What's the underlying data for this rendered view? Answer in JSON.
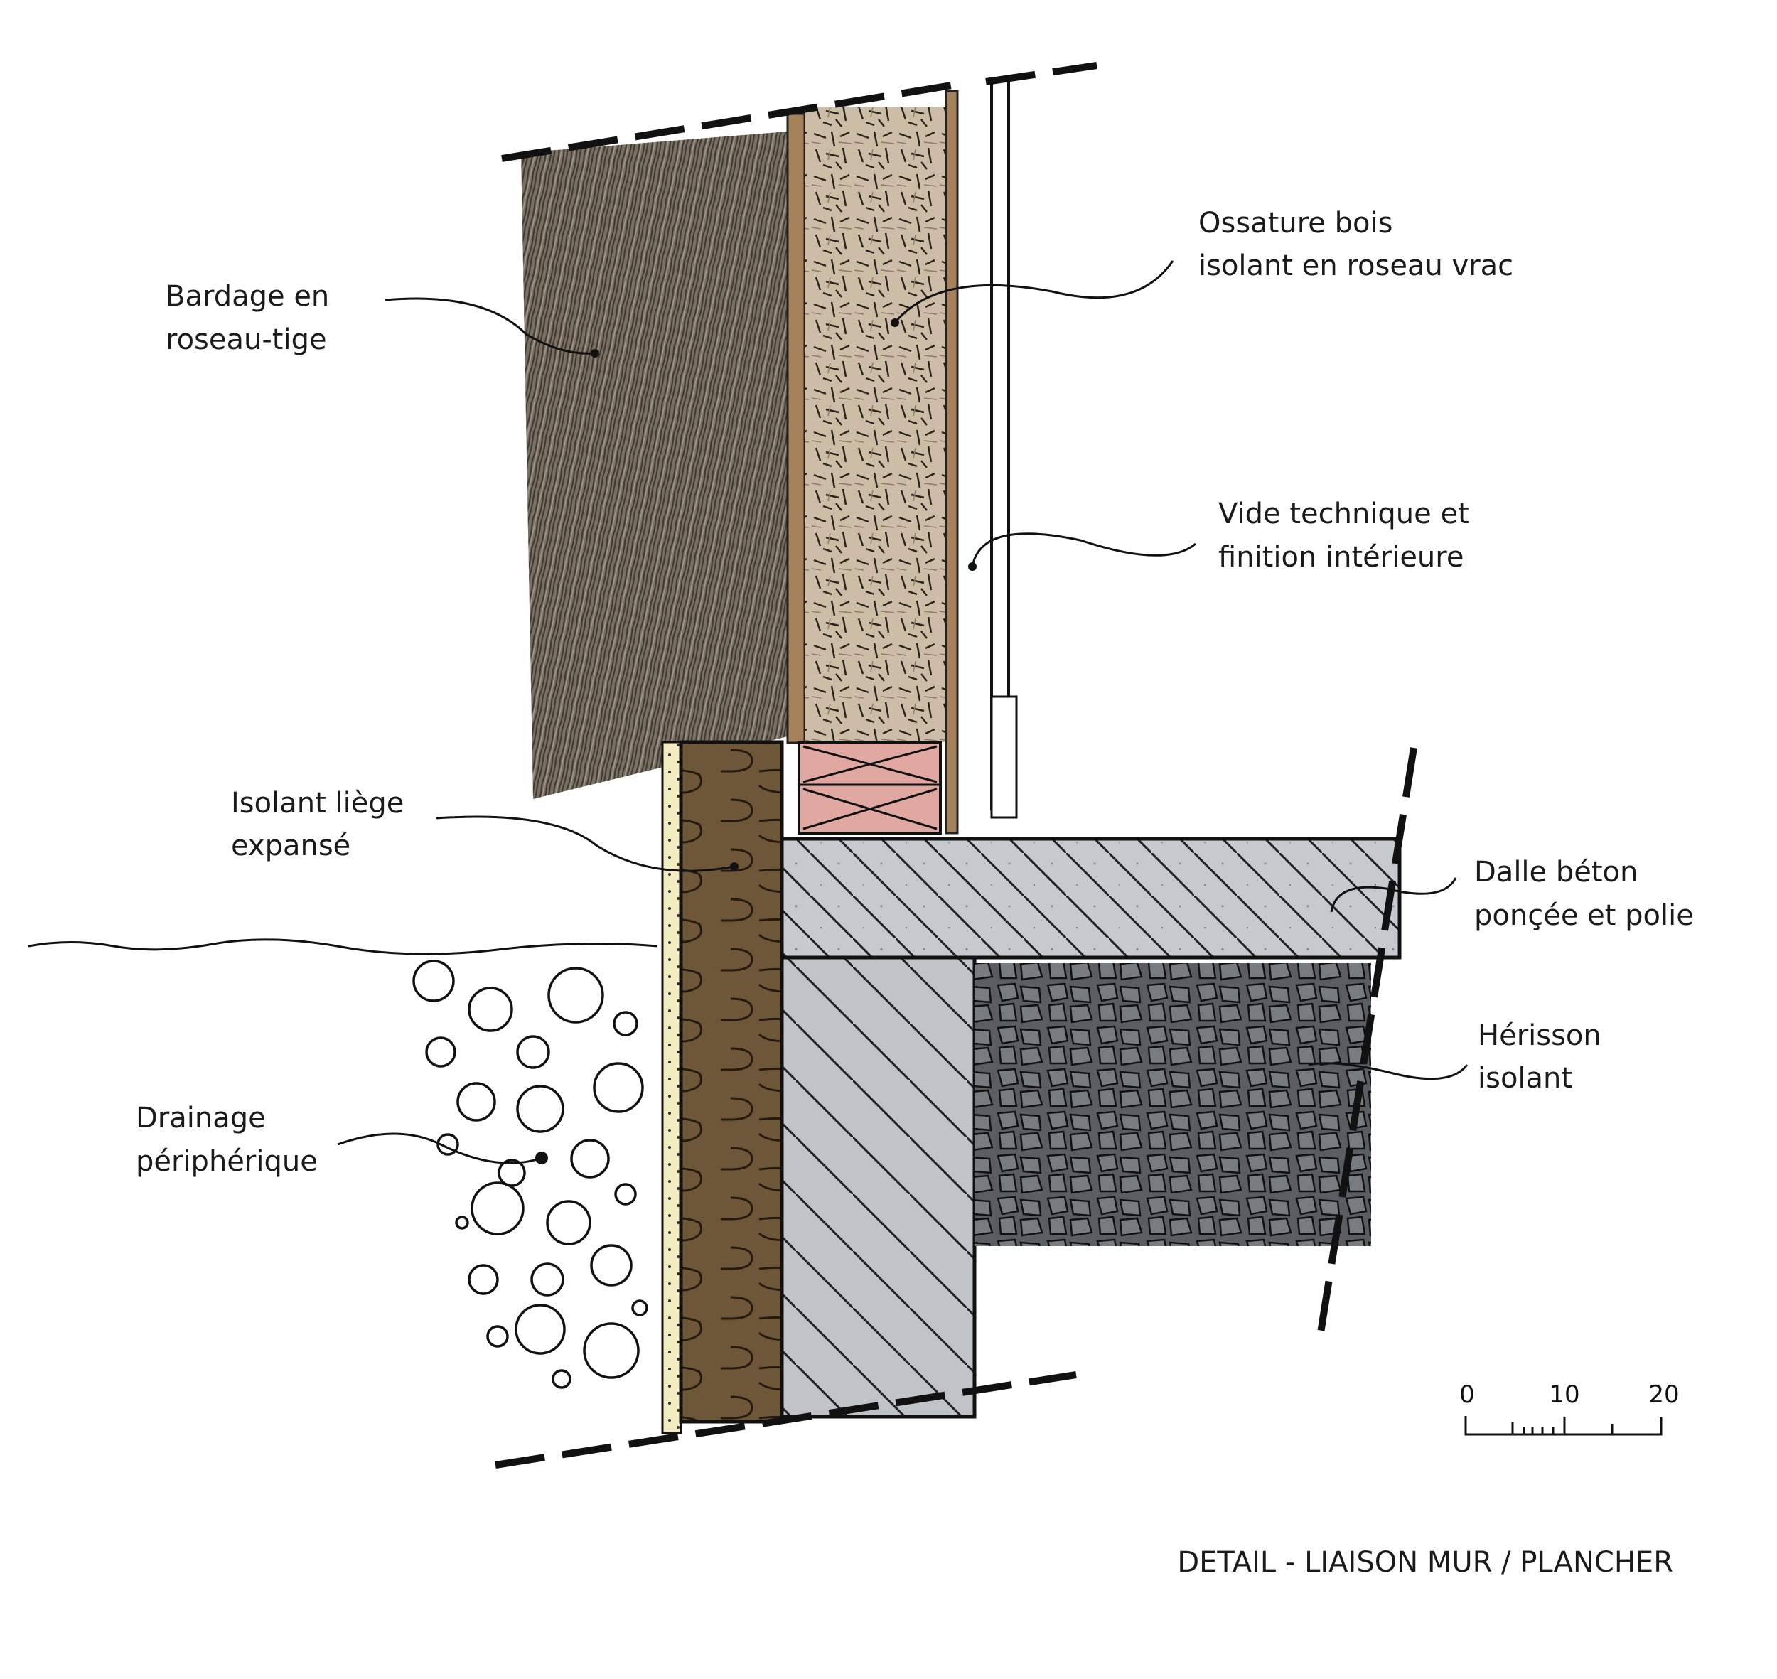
{
  "labels": {
    "bardage": [
      "Bardage en",
      "roseau-tige"
    ],
    "ossature": [
      "Ossature bois",
      "isolant en roseau vrac"
    ],
    "vide": [
      "Vide technique et",
      "finition intérieure"
    ],
    "liege": [
      "Isolant liège",
      "expansé"
    ],
    "dalle": [
      "Dalle béton",
      "ponçée et polie"
    ],
    "herisson": [
      "Hérisson",
      "isolant"
    ],
    "drainage": [
      "Drainage",
      "périphérique"
    ]
  },
  "title": "DETAIL - LIAISON MUR / PLANCHER",
  "scale": {
    "ticks": [
      "0",
      "10",
      "20"
    ]
  },
  "colors": {
    "reed": "#6f655a",
    "loose_reed": "#c9b8a0",
    "cork": "#6b5538",
    "concrete": "#c4c8cc",
    "hedgehog": "#555a5e",
    "block": "#e0a8a0",
    "membrane": "#f3ecc0"
  }
}
